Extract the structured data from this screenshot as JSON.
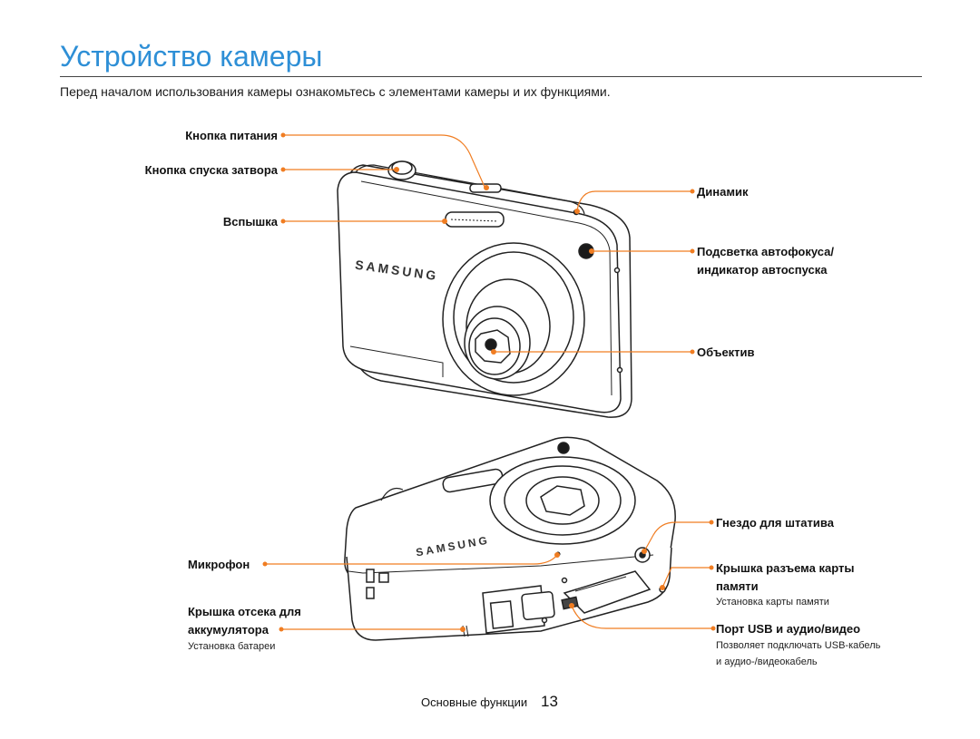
{
  "page": {
    "title": "Устройство камеры",
    "intro": "Перед началом использования камеры ознакомьтесь с элементами камеры и их функциями.",
    "footer_section": "Основные функции",
    "page_number": "13"
  },
  "colors": {
    "title": "#2e8fd6",
    "callout": "#f07d22",
    "body": "#1a1a1a"
  },
  "camera_front": {
    "brand": "SAMSUNG",
    "callouts": {
      "power_button": "Кнопка питания",
      "shutter_button": "Кнопка спуска затвора",
      "flash": "Вспышка",
      "speaker": "Динамик",
      "af_lamp_line1": "Подсветка автофокуса/",
      "af_lamp_line2": "индикатор автоспуска",
      "lens": "Объектив"
    }
  },
  "camera_bottom": {
    "brand": "SAMSUNG",
    "callouts": {
      "microphone": "Микрофон",
      "battery_cover_line1": "Крышка отсека для",
      "battery_cover_line2": "аккумулятора",
      "battery_note": "Установка батареи",
      "tripod_mount": "Гнездо для штатива",
      "card_cover_line1": "Крышка разъема карты",
      "card_cover_line2": "памяти",
      "card_note": "Установка карты памяти",
      "usb_port": "Порт USB и аудио/видео",
      "usb_note_line1": "Позволяет подключать USB-кабель",
      "usb_note_line2": "и аудио-/видеокабель"
    }
  }
}
